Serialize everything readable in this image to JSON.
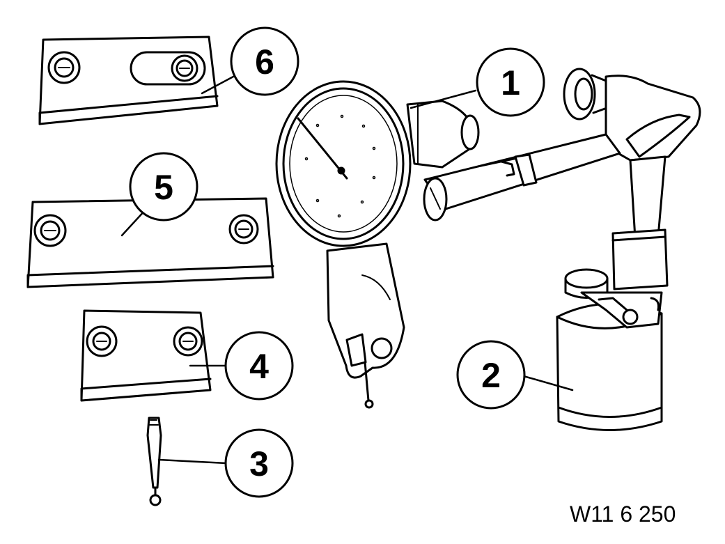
{
  "figure_code": "W11 6 250",
  "callouts": [
    {
      "label": "1",
      "part": "dial-gauge"
    },
    {
      "label": "2",
      "part": "magnetic-stand"
    },
    {
      "label": "3",
      "part": "gauge-tip"
    },
    {
      "label": "4",
      "part": "small-plate"
    },
    {
      "label": "5",
      "part": "long-plate"
    },
    {
      "label": "6",
      "part": "slotted-plate"
    }
  ]
}
